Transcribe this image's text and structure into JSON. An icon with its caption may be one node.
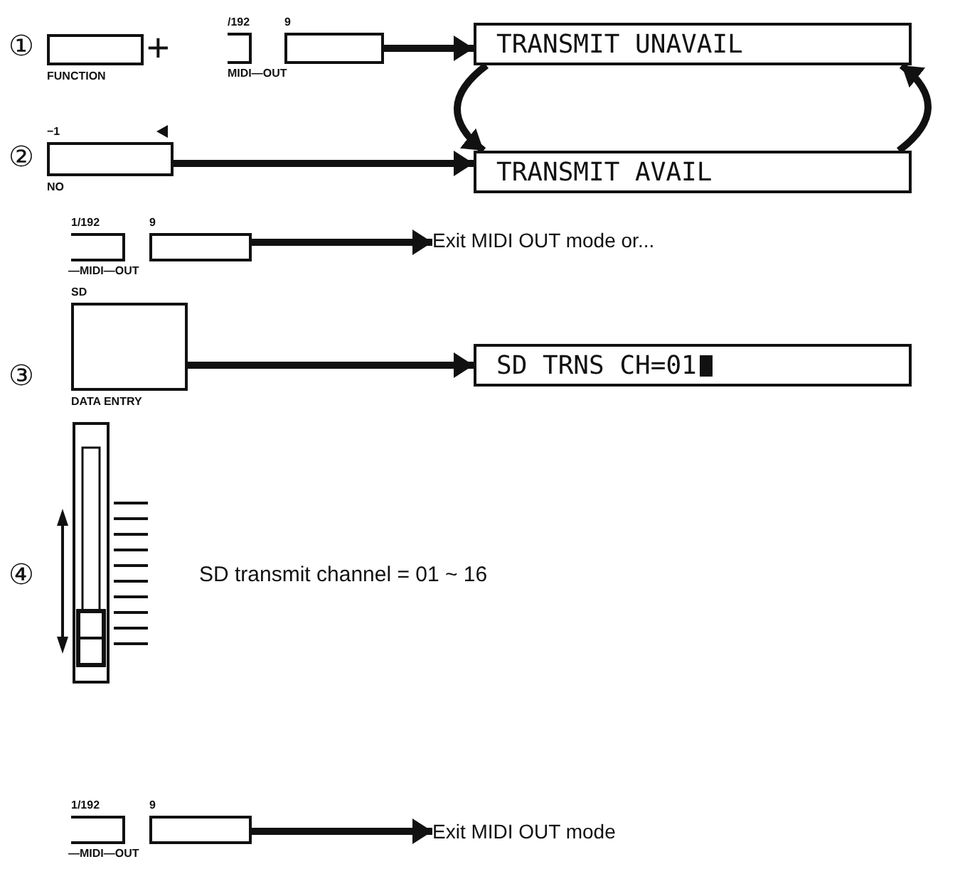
{
  "diagram": {
    "nodes": [
      {
        "text": [
          "FUNCTION"
        ]
      },
      {
        "text": [
          "/192"
        ]
      },
      {
        "text": [
          "9"
        ]
      },
      {
        "text": [
          "TRANSMIT UNAVAIL"
        ]
      },
      {
        "text": [
          "−1",
          "NO"
        ]
      },
      {
        "text": [
          "TRANSMIT AVAIL"
        ]
      },
      {
        "text": [
          "1/192"
        ]
      },
      {
        "text": [
          "9"
        ]
      },
      {
        "text": [
          "Exit MIDI OUT mode or..."
        ]
      },
      {
        "text": [
          "SD",
          "DATA ENTRY"
        ]
      },
      {
        "text": [
          "SD TRNS CH=01"
        ]
      },
      {
        "text": [
          "1/192"
        ]
      },
      {
        "text": [
          "9"
        ]
      },
      {
        "text": [
          "Exit MIDI OUT mode"
        ]
      }
    ],
    "edges": [
      {
        "from": 2,
        "to": 3,
        "arrow": "to"
      },
      {
        "from": 3,
        "to": 5,
        "arrow": "to"
      },
      {
        "from": 5,
        "to": 3,
        "arrow": "to"
      },
      {
        "from": 4,
        "to": 5,
        "arrow": "to"
      },
      {
        "from": 7,
        "to": 8,
        "arrow": "to"
      },
      {
        "from": 9,
        "to": 10,
        "arrow": "to"
      },
      {
        "from": 12,
        "to": 13,
        "arrow": "to"
      }
    ],
    "labels": [
      "①",
      "+",
      "MIDI—OUT",
      "②",
      "—MIDI—OUT",
      "③",
      "④",
      "SD transmit channel = 01 ~ 16",
      "—MIDI—OUT"
    ]
  }
}
